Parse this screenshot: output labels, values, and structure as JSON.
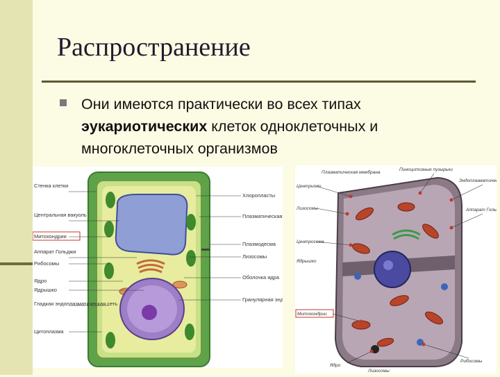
{
  "slide": {
    "title": "Распространение",
    "bullet": {
      "text_before": "Они имеются практически во всех типах ",
      "text_bold": "эукариотических",
      "text_after": " клеток одноклеточных и многоклеточных организмов"
    }
  },
  "plant_cell": {
    "labels_left": [
      "Стенка клетки",
      "Центральная вакуоль",
      "Митохондрии",
      "Аппарат Гольджи",
      "Рибосомы",
      "Ядро",
      "Ядрышко",
      "Гладкая эндоплазматическая сеть",
      "Цитоплазма"
    ],
    "labels_right": [
      "Хлоропласты",
      "Плазматическая мембрана",
      "Плазмодесма",
      "Лизосомы",
      "Оболочка ядра",
      "Гранулярная эндоплазматическая сеть"
    ],
    "highlight": "Митохондрии"
  },
  "animal_cell": {
    "labels": [
      "Плазматическая мембрана",
      "Центриоли",
      "Пиноцитозные пузырьки",
      "Эндоплазматическая сеть",
      "Аппарат Гольджи",
      "Лизосомы",
      "Центросома",
      "Ядрышко",
      "Митохондрии",
      "Ядро",
      "Рибосомы",
      "Лизосомы"
    ],
    "highlight": "Митохондрии"
  },
  "colors": {
    "background": "#fcfbe3",
    "stripe": "#e4e4b2",
    "rule": "#5c5736",
    "highlight_box": "#c0392b"
  }
}
